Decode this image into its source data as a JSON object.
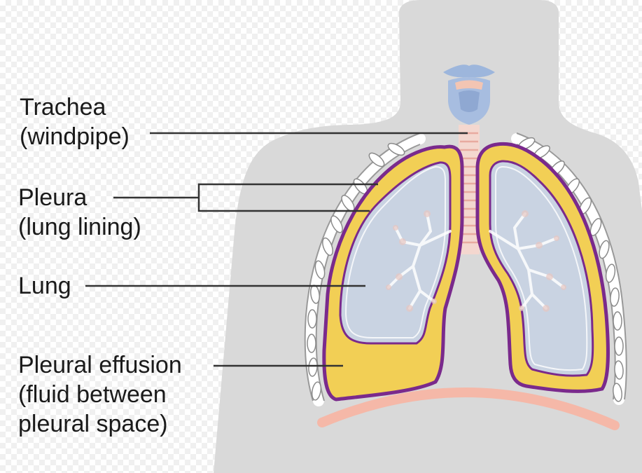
{
  "labels": {
    "trachea": {
      "line1": "Trachea",
      "line2": "(windpipe)"
    },
    "pleura": {
      "line1": "Pleura",
      "line2": "(lung lining)"
    },
    "lung": {
      "line1": "Lung"
    },
    "effusion": {
      "line1": "Pleural effusion",
      "line2": "(fluid between",
      "line3": "pleural space)"
    }
  },
  "colors": {
    "body_silhouette": "#d9d9d9",
    "pleura_outline": "#7a2a8c",
    "pleural_fluid": "#f2cf55",
    "lung_tissue": "#c9d3e2",
    "trachea": "#f4d7cf",
    "larynx": "#9db6dc",
    "diaphragm": "#f5b8a8",
    "ribs": "#ffffff",
    "leader_lines": "#333333"
  }
}
